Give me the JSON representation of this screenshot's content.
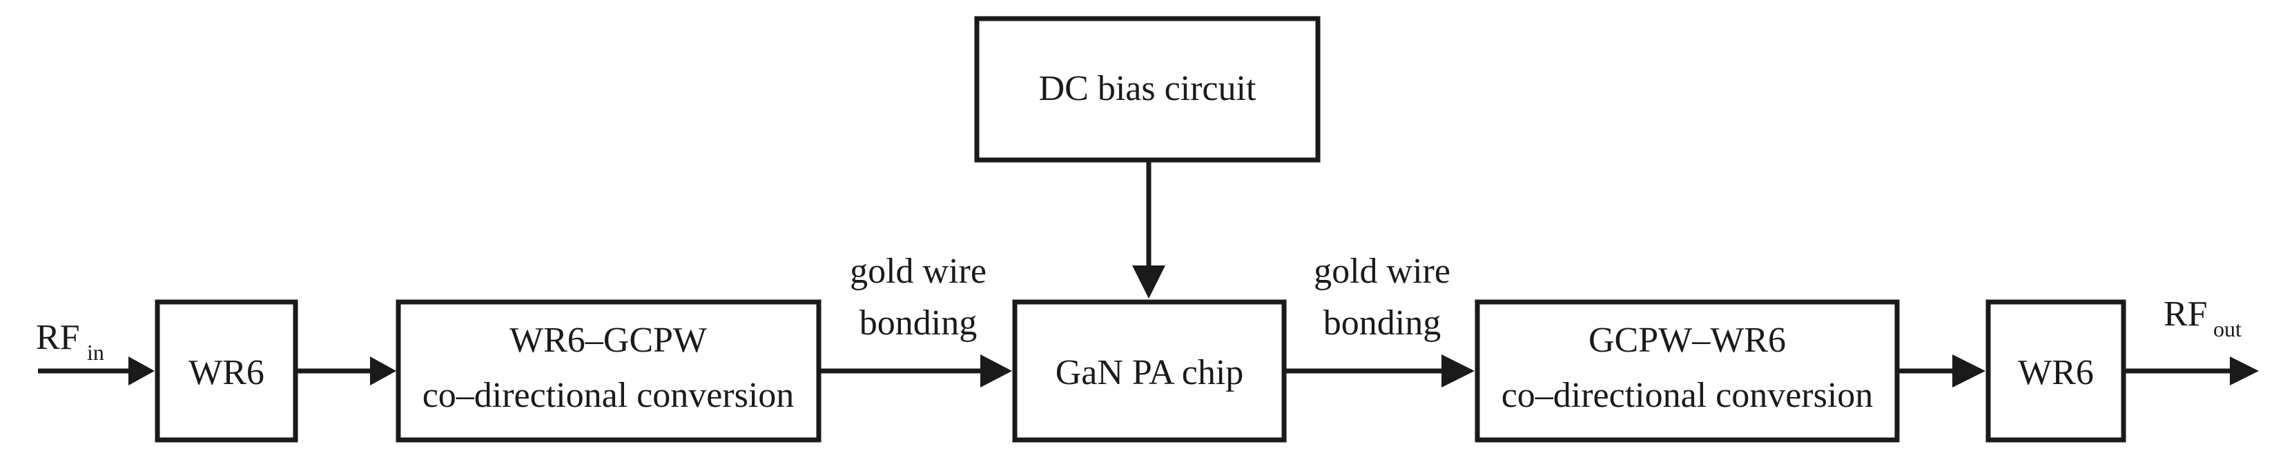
{
  "blocks": {
    "wr6_left": "WR6",
    "wr6_gcpw_line1": "WR6–GCPW",
    "wr6_gcpw_line2": "co–directional conversion",
    "gan_pa_chip": "GaN PA chip",
    "dc_bias": "DC bias circuit",
    "gcpw_wr6_line1": "GCPW–WR6",
    "gcpw_wr6_line2": "co–directional conversion",
    "wr6_right": "WR6"
  },
  "signals": {
    "rf_in": {
      "main": "RF",
      "sub": "in"
    },
    "rf_out": {
      "main": "RF",
      "sub": "out"
    }
  },
  "annotations": {
    "bond_left_line1": "gold wire",
    "bond_left_line2": "bonding",
    "bond_right_line1": "gold wire",
    "bond_right_line2": "bonding"
  }
}
